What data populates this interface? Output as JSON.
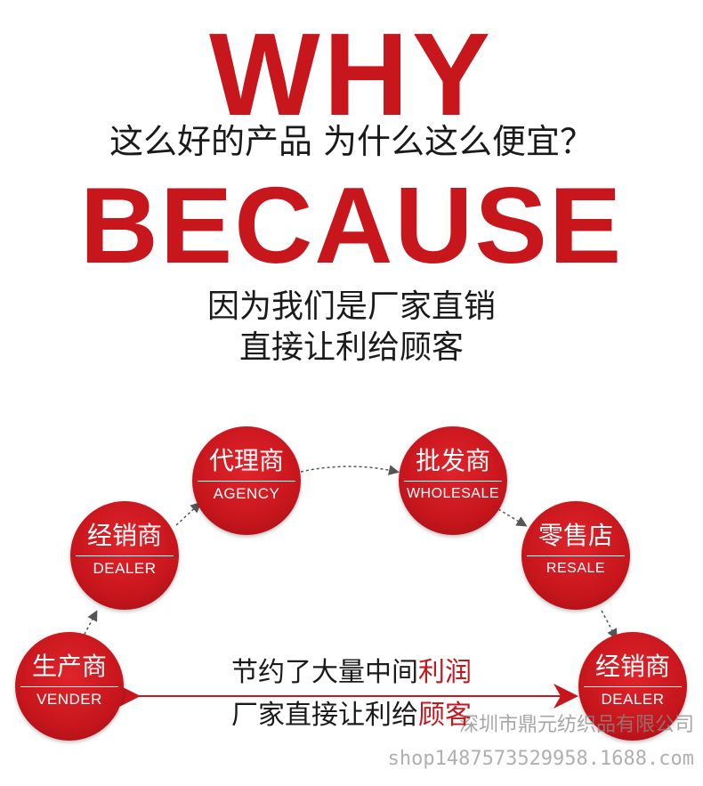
{
  "headline": {
    "why": "WHY",
    "question": "这么好的产品 为什么这么便宜？",
    "because": "BECAUSE",
    "answer_line1": "因为我们是厂家直销",
    "answer_line2": "直接让利给顾客"
  },
  "chain": {
    "agency": {
      "cn": "代理商",
      "en": "AGENCY"
    },
    "wholesale": {
      "cn": "批发商",
      "en": "WHOLESALE"
    },
    "dealer_left": {
      "cn": "经销商",
      "en": "DEALER"
    },
    "resale": {
      "cn": "零售店",
      "en": "RESALE"
    },
    "vender": {
      "cn": "生产商",
      "en": "VENDER"
    },
    "dealer_right": {
      "cn": "经销商",
      "en": "DEALER"
    }
  },
  "savings": {
    "line1_prefix": "节约了大量中间",
    "line1_highlight": "利润",
    "line2_prefix": "厂家直接让利给",
    "line2_highlight": "顾客"
  },
  "watermark": {
    "company": "深圳市鼎元纺织品有限公司",
    "shop": "shop1487573529958.1688.com"
  },
  "colors": {
    "accent": "#c8161d",
    "text": "#1a1a1a"
  }
}
